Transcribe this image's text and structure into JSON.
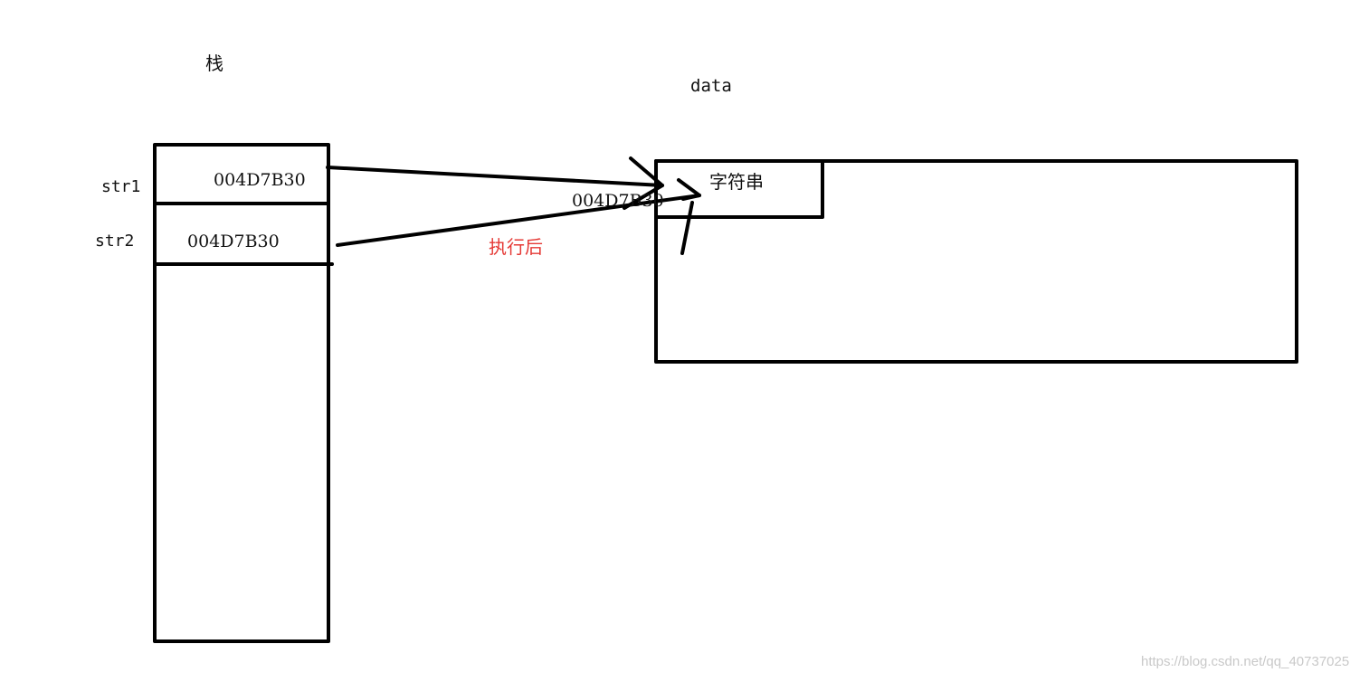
{
  "stack": {
    "title": "栈",
    "rows": [
      {
        "name": "str1",
        "value": "004D7B30"
      },
      {
        "name": "str2",
        "value": "004D7B30"
      }
    ]
  },
  "data_segment": {
    "title": "data",
    "address": "004D7B30",
    "content": "字符串"
  },
  "annotation": {
    "after_exec": "执行后",
    "color": "#e53935"
  },
  "watermark": "https://blog.csdn.net/qq_40737025"
}
